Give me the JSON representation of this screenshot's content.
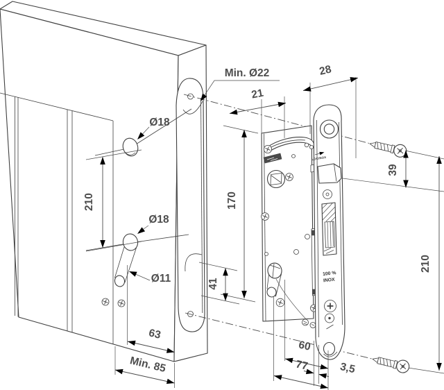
{
  "diagram": {
    "kind": "gate-lock-installation-drawing",
    "labels": {
      "min_dia_22": "Min. Ø22",
      "dia_18_spindle": "Ø18",
      "dia_18_cylinder": "Ø18",
      "dia_11": "Ø11",
      "post_hole_spacing": "210",
      "spindle_to_cylinder": "170",
      "cylinder_offset": "41",
      "body_inset": "21",
      "faceplate_width": "28",
      "top_hole_to_screw": "39",
      "screw_spacing": "210",
      "cylinder_to_post_edge": "63",
      "min_post_depth": "Min. 85",
      "backset": "60",
      "body_depth": "77",
      "faceplate_thickness": "3,5"
    },
    "lock_markings": {
      "brand": "LOCINOX",
      "material_line1": "100 %",
      "material_line2": "INOX"
    },
    "colors": {
      "line": "#3f3f3f",
      "text": "#4d4d4d",
      "background": "#ffffff"
    }
  }
}
